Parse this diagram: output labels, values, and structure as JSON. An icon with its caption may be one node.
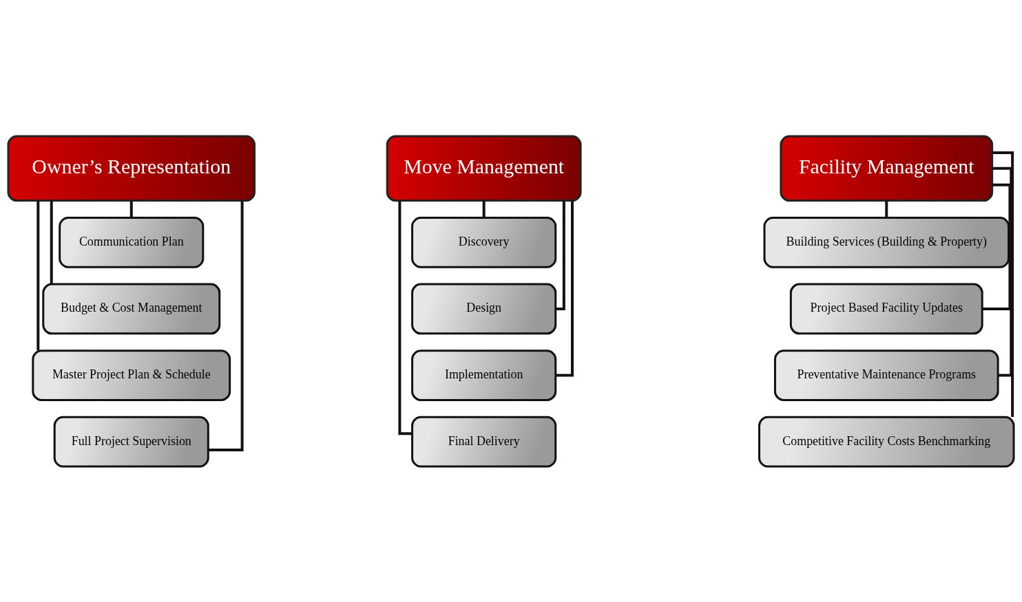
{
  "diagram": {
    "nodes": [
      {
        "text": [
          "Owner’s Representation"
        ]
      },
      {
        "text": [
          "Communication Plan"
        ]
      },
      {
        "text": [
          "Budget & Cost Management"
        ]
      },
      {
        "text": [
          "Master Project Plan & Schedule"
        ]
      },
      {
        "text": [
          "Full Project Supervision"
        ]
      },
      {
        "text": [
          "Move Management"
        ]
      },
      {
        "text": [
          "Discovery"
        ]
      },
      {
        "text": [
          "Design"
        ]
      },
      {
        "text": [
          "Implementation"
        ]
      },
      {
        "text": [
          "Final Delivery"
        ]
      },
      {
        "text": [
          "Facility Management"
        ]
      },
      {
        "text": [
          "Building Services (Building & Property)"
        ]
      },
      {
        "text": [
          "Project Based Facility Updates"
        ]
      },
      {
        "text": [
          "Preventative Maintenance Programs"
        ]
      },
      {
        "text": [
          "Competitive Facility Costs Benchmarking"
        ]
      }
    ],
    "edges": [
      {
        "from": 0,
        "to": 1,
        "arrow": "none"
      },
      {
        "from": 0,
        "to": 2,
        "arrow": "none"
      },
      {
        "from": 0,
        "to": 3,
        "arrow": "none"
      },
      {
        "from": 0,
        "to": 4,
        "arrow": "none"
      },
      {
        "from": 5,
        "to": 6,
        "arrow": "none"
      },
      {
        "from": 5,
        "to": 7,
        "arrow": "none"
      },
      {
        "from": 5,
        "to": 8,
        "arrow": "none"
      },
      {
        "from": 5,
        "to": 9,
        "arrow": "none"
      },
      {
        "from": 10,
        "to": 11,
        "arrow": "none"
      },
      {
        "from": 10,
        "to": 12,
        "arrow": "none"
      },
      {
        "from": 10,
        "to": 13,
        "arrow": "none"
      },
      {
        "from": 10,
        "to": 14,
        "arrow": "none"
      }
    ]
  }
}
